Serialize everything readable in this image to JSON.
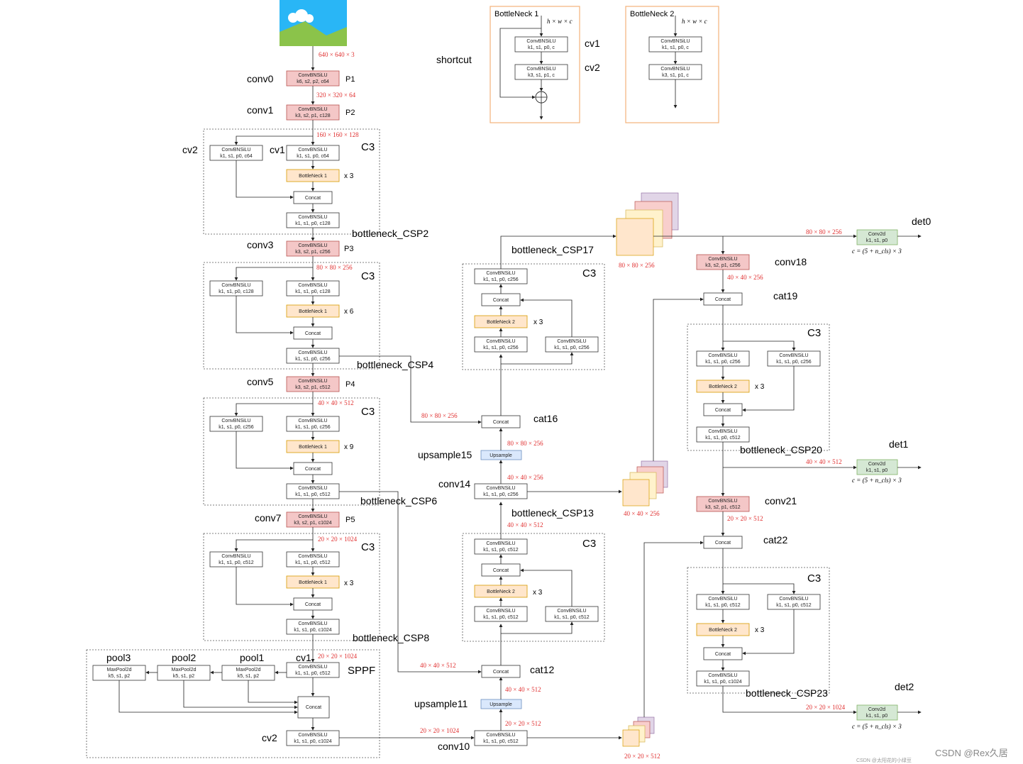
{
  "input_dim": "640 × 640 × 3",
  "backbone": {
    "conv0": {
      "name": "conv0",
      "l1": "ConvBNSiLU",
      "l2": "k6, s2, p2, c64",
      "tag": "P1",
      "out": "320 × 320 × 64"
    },
    "conv1": {
      "name": "conv1",
      "l1": "ConvBNSiLU",
      "l2": "k3, s2, p1, c128",
      "tag": "P2",
      "out": "160 × 160 × 128"
    },
    "csp2": {
      "name": "bottleneck_CSP2",
      "c3": "C3",
      "cv1_label": "cv1",
      "cv2_label": "cv2",
      "cv1": [
        "ConvBNSiLU",
        "k1, s1, p0, c64"
      ],
      "cv2": [
        "ConvBNSiLU",
        "k1, s1, p0, c64"
      ],
      "bneck": "BottleNeck 1",
      "rep": "x 3",
      "concat": "Concat",
      "cv3": [
        "ConvBNSiLU",
        "k1, s1, p0, c128"
      ]
    },
    "conv3": {
      "name": "conv3",
      "l1": "ConvBNSiLU",
      "l2": "k3, s2, p1, c256",
      "tag": "P3",
      "out": "80 × 80 × 256"
    },
    "csp4": {
      "name": "bottleneck_CSP4",
      "c3": "C3",
      "cv1": [
        "ConvBNSiLU",
        "k1, s1, p0, c128"
      ],
      "cv2": [
        "ConvBNSiLU",
        "k1, s1, p0, c128"
      ],
      "bneck": "BottleNeck 1",
      "rep": "x 6",
      "concat": "Concat",
      "cv3": [
        "ConvBNSiLU",
        "k1, s1, p0, c256"
      ]
    },
    "conv5": {
      "name": "conv5",
      "l1": "ConvBNSiLU",
      "l2": "k3, s2, p1, c512",
      "tag": "P4",
      "out": "40 × 40 × 512"
    },
    "csp6": {
      "name": "bottleneck_CSP6",
      "c3": "C3",
      "cv1": [
        "ConvBNSiLU",
        "k1, s1, p0, c256"
      ],
      "cv2": [
        "ConvBNSiLU",
        "k1, s1, p0, c256"
      ],
      "bneck": "BottleNeck 1",
      "rep": "x 9",
      "concat": "Concat",
      "cv3": [
        "ConvBNSiLU",
        "k1, s1, p0, c512"
      ]
    },
    "conv7": {
      "name": "conv7",
      "l1": "ConvBNSiLU",
      "l2": "k3, s2, p1, c1024",
      "tag": "P5",
      "out": "20 × 20 × 1024"
    },
    "csp8": {
      "name": "bottleneck_CSP8",
      "c3": "C3",
      "cv1": [
        "ConvBNSiLU",
        "k1, s1, p0, c512"
      ],
      "cv2": [
        "ConvBNSiLU",
        "k1, s1, p0, c512"
      ],
      "bneck": "BottleNeck 1",
      "rep": "x 3",
      "concat": "Concat",
      "cv3": [
        "ConvBNSiLU",
        "k1, s1, p0, c1024"
      ],
      "out": "20 × 20 × 1024"
    },
    "sppf": {
      "name": "SPPF",
      "cv1_label": "cv1",
      "cv2_label": "cv2",
      "cv1": [
        "ConvBNSiLU",
        "k1, s1, p0, c512"
      ],
      "cv2": [
        "ConvBNSiLU",
        "k1, s1, p0, c1024"
      ],
      "pool1": {
        "label": "pool1",
        "l1": "MaxPool2d",
        "l2": "k5, s1, p2"
      },
      "pool2": {
        "label": "pool2",
        "l1": "MaxPool2d",
        "l2": "k5, s1, p2"
      },
      "pool3": {
        "label": "pool3",
        "l1": "MaxPool2d",
        "l2": "k5, s1, p2"
      },
      "concat": "Concat",
      "out": "20 × 20 × 1024"
    }
  },
  "bottleneck_defs": {
    "shortcut": "shortcut",
    "b1": {
      "title": "BottleNeck 1",
      "in": "h × w × c",
      "cv1": [
        "ConvBNSiLU",
        "k1, s1, p0, c"
      ],
      "cv2": [
        "ConvBNSiLU",
        "k3, s1, p1, c"
      ],
      "cv1_label": "cv1",
      "cv2_label": "cv2"
    },
    "b2": {
      "title": "BottleNeck 2",
      "in": "h × w × c",
      "cv1": [
        "ConvBNSiLU",
        "k1, s1, p0, c"
      ],
      "cv2": [
        "ConvBNSiLU",
        "k3, s1, p1, c"
      ]
    }
  },
  "head": {
    "conv10": {
      "name": "conv10",
      "l1": "ConvBNSiLU",
      "l2": "k1, s1, p0, c512",
      "out": "20 × 20 × 512"
    },
    "upsample11": {
      "name": "upsample11",
      "label": "Upsample",
      "out": "40 × 40 × 512"
    },
    "cat12": {
      "name": "cat12",
      "label": "Concat",
      "in_side": "40 × 40 × 512"
    },
    "csp13": {
      "name": "bottleneck_CSP13",
      "c3": "C3",
      "cv1": [
        "ConvBNSiLU",
        "k1, s1, p0, c512"
      ],
      "cv2": [
        "ConvBNSiLU",
        "k1, s1, p0, c512"
      ],
      "bneck": "BottleNeck 2",
      "rep": "x 3",
      "concat": "Concat",
      "cv3": [
        "ConvBNSiLU",
        "k1, s1, p0, c512"
      ],
      "out": "40 × 40 × 512"
    },
    "conv14": {
      "name": "conv14",
      "l1": "ConvBNSiLU",
      "l2": "k1, s1, p0, c256",
      "out": "40 × 40 × 256"
    },
    "upsample15": {
      "name": "upsample15",
      "label": "Upsample",
      "out": "80 × 80 × 256"
    },
    "cat16": {
      "name": "cat16",
      "label": "Concat",
      "in_side": "80 × 80 × 256"
    },
    "csp17": {
      "name": "bottleneck_CSP17",
      "c3": "C3",
      "cv1": [
        "ConvBNSiLU",
        "k1, s1, p0, c256"
      ],
      "cv2": [
        "ConvBNSiLU",
        "k1, s1, p0, c256"
      ],
      "bneck": "BottleNeck 2",
      "rep": "x 3",
      "concat": "Concat",
      "cv3": [
        "ConvBNSiLU",
        "k1, s1, p0, c256"
      ]
    },
    "feat80": "80 × 80 × 256",
    "feat40": "40 × 40 × 256",
    "feat20": "20 × 20 × 512",
    "conv18": {
      "name": "conv18",
      "l1": "ConvBNSiLU",
      "l2": "k3, s2, p1, c256",
      "out": "40 × 40 × 256"
    },
    "cat19": {
      "name": "cat19",
      "label": "Concat"
    },
    "csp20": {
      "name": "bottleneck_CSP20",
      "c3": "C3",
      "cv1": [
        "ConvBNSiLU",
        "k1, s1, p0, c256"
      ],
      "cv2": [
        "ConvBNSiLU",
        "k1, s1, p0, c256"
      ],
      "bneck": "BottleNeck 2",
      "rep": "x 3",
      "concat": "Concat",
      "cv3": [
        "ConvBNSiLU",
        "k1, s1, p0, c512"
      ]
    },
    "conv21": {
      "name": "conv21",
      "l1": "ConvBNSiLU",
      "l2": "k3, s2, p1, c512",
      "out": "20 × 20 × 512"
    },
    "cat22": {
      "name": "cat22",
      "label": "Concat"
    },
    "csp23": {
      "name": "bottleneck_CSP23",
      "c3": "C3",
      "cv1": [
        "ConvBNSiLU",
        "k1, s1, p0, c512"
      ],
      "cv2": [
        "ConvBNSiLU",
        "k1, s1, p0, c512"
      ],
      "bneck": "BottleNeck 2",
      "rep": "x 3",
      "concat": "Concat",
      "cv3": [
        "ConvBNSiLU",
        "k1, s1, p0, c1024"
      ]
    },
    "det0": {
      "name": "det0",
      "in": "80 × 80 × 256",
      "l1": "Conv2d",
      "l2": "k1, s1, p0",
      "formula": "c = (5 + n_cls) × 3"
    },
    "det1": {
      "name": "det1",
      "in": "40 × 40 × 512",
      "l1": "Conv2d",
      "l2": "k1, s1, p0",
      "formula": "c = (5 + n_cls) × 3"
    },
    "det2": {
      "name": "det2",
      "in": "20 × 20 × 1024",
      "l1": "Conv2d",
      "l2": "k1, s1, p0",
      "formula": "c = (5 + n_cls) × 3"
    }
  },
  "watermark": {
    "main": "CSDN @Rex久居",
    "sub": "CSDN @太阳花的小绿豆"
  },
  "colors": {
    "conv": "#f4c7c7",
    "bottleneck": "#ffe6cc",
    "upsample": "#dae8fc",
    "detect": "#d5e8d4",
    "dims": "#e03030"
  }
}
